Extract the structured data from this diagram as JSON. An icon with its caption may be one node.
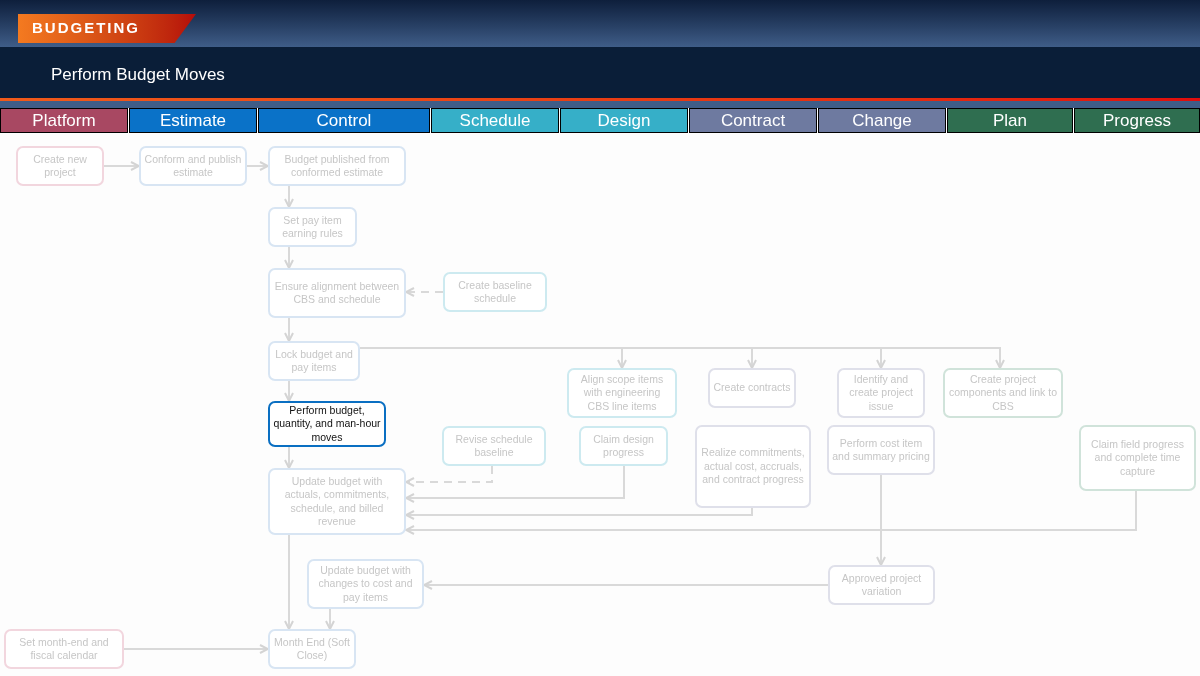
{
  "diagram": {
    "title": "Perform Budget Moves",
    "nodes": [
      {
        "text": [
          "Platform"
        ]
      },
      {
        "text": [
          "Estimate"
        ]
      },
      {
        "text": [
          "Control"
        ]
      },
      {
        "text": [
          "Schedule"
        ]
      },
      {
        "text": [
          "Design"
        ]
      },
      {
        "text": [
          "Contract"
        ]
      },
      {
        "text": [
          "Change"
        ]
      },
      {
        "text": [
          "Plan"
        ]
      },
      {
        "text": [
          "Progress"
        ]
      },
      {
        "text": [
          "Create new project"
        ]
      },
      {
        "text": [
          "Conform and publish estimate"
        ]
      },
      {
        "text": [
          "Budget published from conformed estimate"
        ]
      },
      {
        "text": [
          "Set pay item earning rules"
        ]
      },
      {
        "text": [
          "Ensure alignment between CBS and schedule"
        ]
      },
      {
        "text": [
          "Create baseline schedule"
        ]
      },
      {
        "text": [
          "Lock budget and pay items"
        ]
      },
      {
        "text": [
          "Perform budget, quantity, and man-hour moves"
        ]
      },
      {
        "text": [
          "Align scope items with engineering CBS line items"
        ]
      },
      {
        "text": [
          "Create contracts"
        ]
      },
      {
        "text": [
          "Identify and create project issue"
        ]
      },
      {
        "text": [
          "Create project components and link to CBS"
        ]
      },
      {
        "text": [
          "Revise schedule baseline"
        ]
      },
      {
        "text": [
          "Claim design progress"
        ]
      },
      {
        "text": [
          "Realize commitments, actual cost, accruals, and contract progress"
        ]
      },
      {
        "text": [
          "Perform cost item and summary pricing"
        ]
      },
      {
        "text": [
          "Claim field progress and complete time capture"
        ]
      },
      {
        "text": [
          "Update budget with actuals, commitments, schedule, and billed revenue"
        ]
      },
      {
        "text": [
          "Update budget with changes to cost and pay items"
        ]
      },
      {
        "text": [
          "Approved project variation"
        ]
      },
      {
        "text": [
          "Set month-end and fiscal calendar"
        ]
      },
      {
        "text": [
          "Month End (Soft Close)"
        ]
      }
    ],
    "edges": [
      {
        "from": 9,
        "to": 10,
        "arrow": "to"
      },
      {
        "from": 10,
        "to": 11,
        "arrow": "to"
      },
      {
        "from": 11,
        "to": 12,
        "arrow": "to"
      },
      {
        "from": 12,
        "to": 13,
        "arrow": "to"
      },
      {
        "from": 14,
        "to": 13,
        "arrow": "to",
        "style": "dashed"
      },
      {
        "from": 13,
        "to": 15,
        "arrow": "to"
      },
      {
        "from": 15,
        "to": 16,
        "arrow": "to"
      },
      {
        "from": 15,
        "to": 17,
        "arrow": "to"
      },
      {
        "from": 15,
        "to": 18,
        "arrow": "to"
      },
      {
        "from": 15,
        "to": 19,
        "arrow": "to"
      },
      {
        "from": 15,
        "to": 20,
        "arrow": "to"
      },
      {
        "from": 16,
        "to": 26,
        "arrow": "to"
      },
      {
        "from": 21,
        "to": 26,
        "arrow": "to",
        "style": "dashed"
      },
      {
        "from": 22,
        "to": 26,
        "arrow": "to"
      },
      {
        "from": 23,
        "to": 26,
        "arrow": "to"
      },
      {
        "from": 25,
        "to": 26,
        "arrow": "to"
      },
      {
        "from": 24,
        "to": 28,
        "arrow": "to"
      },
      {
        "from": 28,
        "to": 27,
        "arrow": "to"
      },
      {
        "from": 26,
        "to": 30,
        "arrow": "to"
      },
      {
        "from": 27,
        "to": 30,
        "arrow": "to"
      },
      {
        "from": 29,
        "to": 30,
        "arrow": "to"
      }
    ],
    "labels": [
      "BUDGETING"
    ]
  }
}
